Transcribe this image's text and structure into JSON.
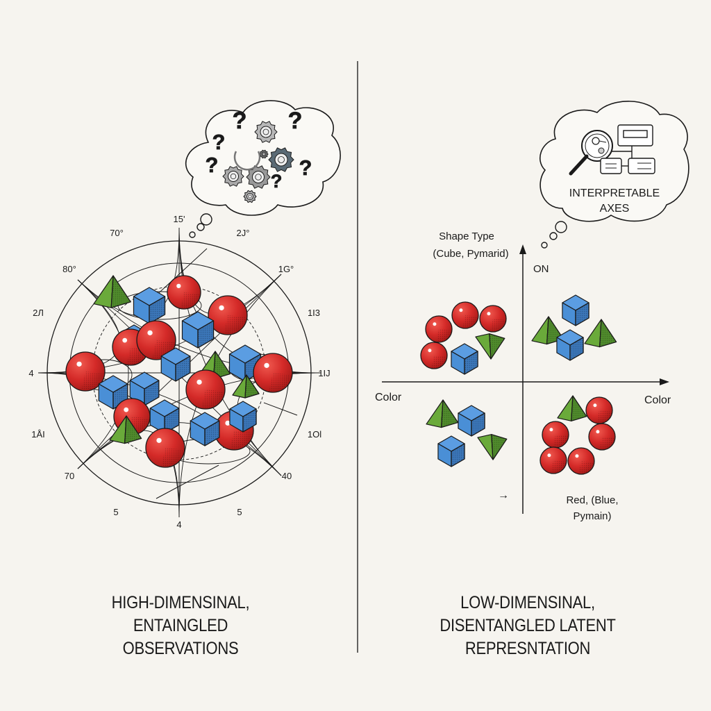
{
  "colors": {
    "background": "#f6f4ef",
    "sphere_red": "#d42a28",
    "cube_blue": "#4a8fd6",
    "pyramid_green": "#6aaa3a",
    "ink": "#1a1a1a",
    "question_red": "#d83030"
  },
  "left_panel": {
    "thought_bubble": {
      "icons": [
        "question-mark-icon",
        "gear-icon",
        "question-mark-icon",
        "gear-icon",
        "question-mark-icon",
        "gear-icon",
        "question-mark-icon",
        "gear-icon",
        "question-mark-icon",
        "gear-icon"
      ]
    },
    "radial_labels": [
      "15'",
      "2J°",
      "1G°",
      "1I3",
      "1IJ",
      "1Ol",
      "40",
      "5",
      "4",
      "5",
      "70",
      "1ÅI",
      "4",
      "2Л",
      "80°",
      "70°"
    ],
    "caption_lines": [
      "HIGH-DIMENSINAL,",
      "ENTAINGLED",
      "OBSERVATIONS"
    ]
  },
  "right_panel": {
    "thought_bubble": {
      "icons": [
        "magnifier-icon",
        "flowchart-icon"
      ],
      "text_lines": [
        "INTERPRETABLE",
        "AXES"
      ]
    },
    "y_axis_label_lines": [
      "Shape Type",
      "(Cube, Pymarid)"
    ],
    "y_axis_top_label": "ON",
    "x_axis_left_label": "Color",
    "x_axis_right_label": "Color",
    "small_arrow": "→",
    "bottom_label_lines": [
      "Red, (Blue,",
      "Pymain)"
    ],
    "quadrants": [
      {
        "name": "top-left",
        "spheres": 4,
        "cubes": 1,
        "pyramids": 1
      },
      {
        "name": "top-right",
        "spheres": 0,
        "cubes": 2,
        "pyramids": 2
      },
      {
        "name": "bottom-left",
        "spheres": 0,
        "cubes": 2,
        "pyramids": 2
      },
      {
        "name": "bottom-right",
        "spheres": 5,
        "cubes": 0,
        "pyramids": 1
      }
    ],
    "caption_lines": [
      "LOW-DIMENSINAL,",
      "DISENTANGLED LATENT",
      "REPRESNTATION"
    ]
  }
}
